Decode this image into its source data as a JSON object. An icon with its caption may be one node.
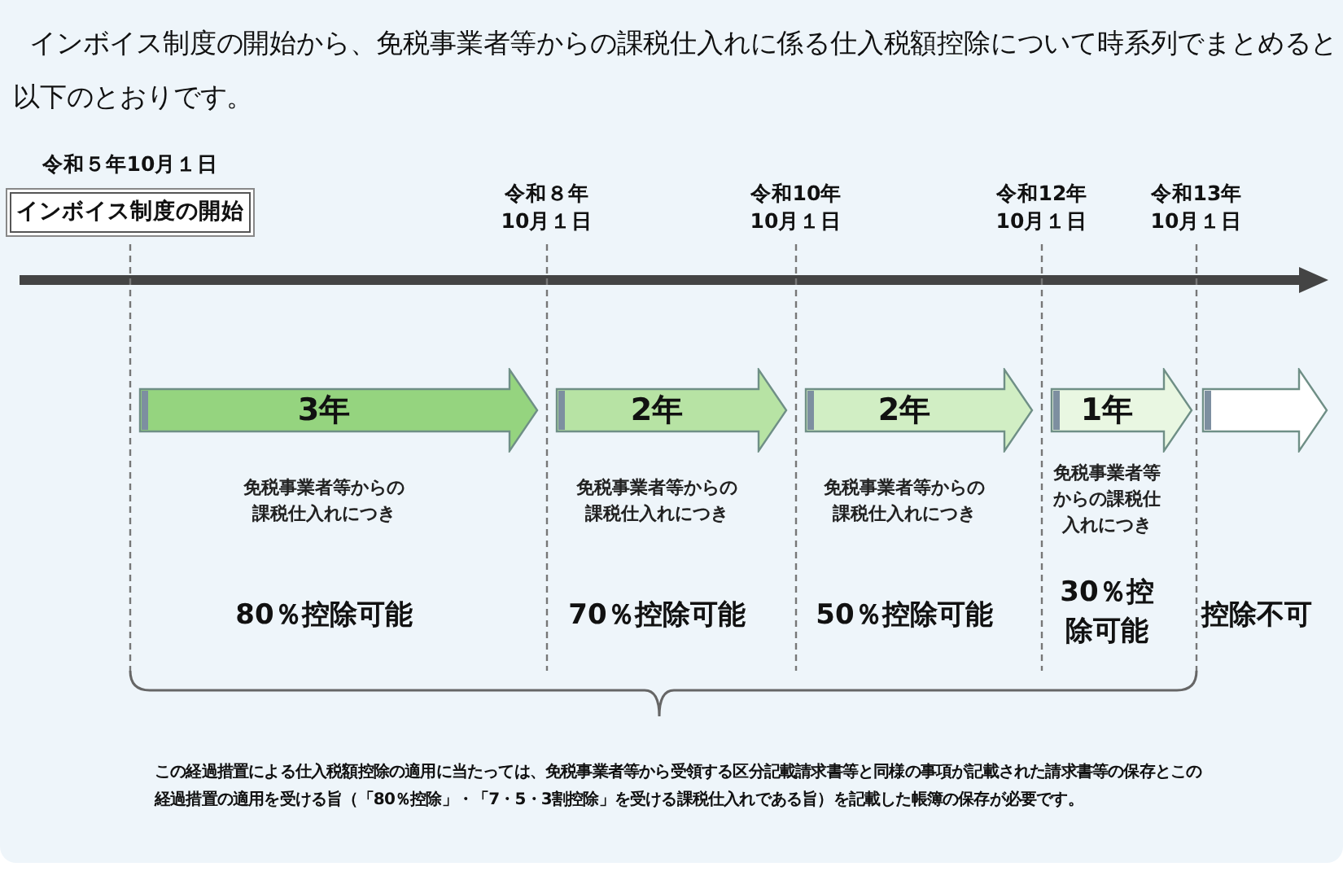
{
  "diagram": {
    "title": "インボイス制度の開始から、免税事業者等からの課税仕入れに係る仕入税額控除について時系列でまとめると以下のとおりです。",
    "nodes": [
      {
        "text": [
          "インボイス制度の開始"
        ],
        "beside": [
          "令和５年10月１日"
        ]
      },
      {
        "text": [
          "3年"
        ],
        "beside": [
          "免税事業者等からの課税仕入れにつき",
          "80％控除可能"
        ]
      },
      {
        "text": [
          "2年"
        ],
        "beside": [
          "免税事業者等からの課税仕入れにつき",
          "70％控除可能"
        ]
      },
      {
        "text": [
          "2年"
        ],
        "beside": [
          "免税事業者等からの課税仕入れにつき",
          "50％控除可能"
        ]
      },
      {
        "text": [
          "1年"
        ],
        "beside": [
          "免税事業者等からの課税仕入れにつき",
          "30％控除可能"
        ]
      },
      {
        "text": [],
        "shape": "arrow"
      }
    ],
    "labels": [
      "令和８年10月１日",
      "令和10年10月１日",
      "令和12年10月１日",
      "令和13年10月１日",
      "控除不可"
    ],
    "caption": "この経過措置による仕入税額控除の適用に当たっては、免税事業者等から受領する区分記載請求書等と同様の事項が記載された請求書等の保存とこの経過措置の適用を受ける旨（「80％控除」・「7・5・3割控除」を受ける課税仕入れである旨）を記載した帳簿の保存が必要です。"
  }
}
